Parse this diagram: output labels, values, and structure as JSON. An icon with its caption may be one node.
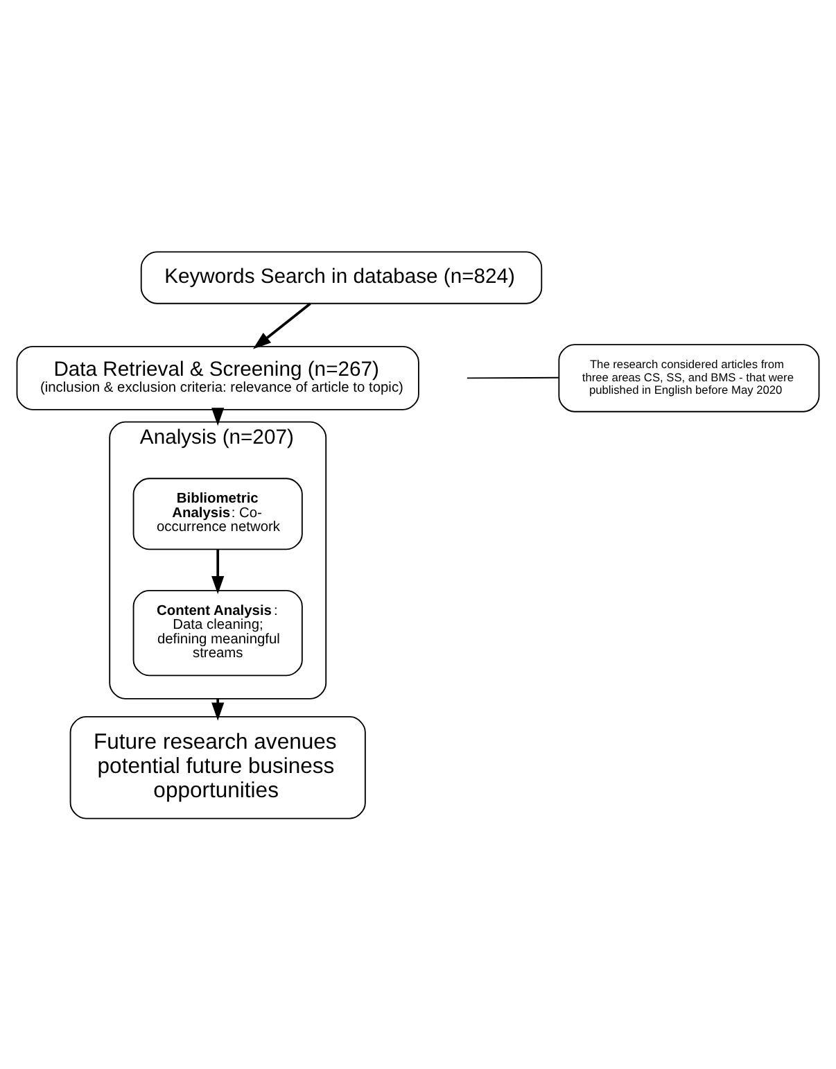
{
  "diagram": {
    "nodes": [
      {
        "text": [
          "Keywords Search in database (n=824)"
        ]
      },
      {
        "text": [
          "The research considered articles from three areas CS, SS, and BMS - that were published in English before May 2020"
        ]
      },
      {
        "text": [
          "Data Retrieval & Screening (n=267)",
          "(inclusion & exclusion criteria: relevance of article to topic)"
        ]
      },
      {
        "text": [
          "Analysis (n=207)"
        ]
      },
      {
        "text": [
          "**Bibliometric Analysis**: Co-occurrence network"
        ],
        "in": 3
      },
      {
        "text": [
          "**Content Analysis**: Data cleaning; defining meaningful streams"
        ],
        "in": 3
      },
      {
        "text": [
          "Future research avenues potential future business opportunities"
        ]
      }
    ],
    "edges": [
      {
        "from": 0,
        "to": 2,
        "arrow": "to"
      },
      {
        "from": 1,
        "to": null,
        "arrow": "none"
      },
      {
        "from": 2,
        "to": 3,
        "arrow": "to"
      },
      {
        "from": 4,
        "to": 5,
        "arrow": "to"
      },
      {
        "from": 3,
        "to": 6,
        "arrow": "to"
      }
    ]
  }
}
